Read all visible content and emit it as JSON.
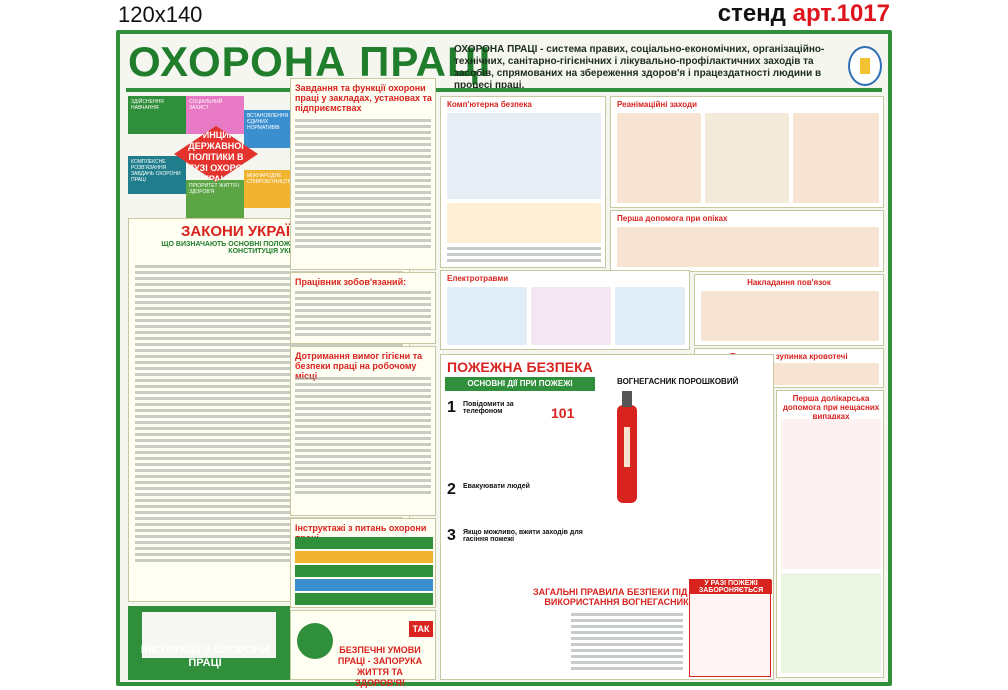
{
  "header": {
    "size": "120x140",
    "art_prefix": "стенд",
    "art_code": "арт.1017"
  },
  "poster": {
    "title": "ОХОРОНА ПРАЦІ",
    "intro": "ОХОРОНА ПРАЦІ - система правих, соціально-економічних, організаційно-технічних, санітарно-гігієнічних і лікувально-профілактичних заходів та засобів, спрямованих на збереження здоров'я і працездатності людини в процесі праці.",
    "principles_center": "ПРИНЦИПИ ДЕРЖАВНОЇ ПОЛІТИКИ В ГАЛУЗІ ОХОРОНИ ПРАЦІ",
    "principles_petals": [
      "СОЦІАЛЬНИЙ ЗАХИСТ",
      "ВСТАНОВЛЕННЯ ЄДИНИХ НОРМАТИВІВ",
      "МІЖНАРОДНЕ СПІВРОБІТНИЦТВО",
      "ПРІОРИТЕТ ЖИТТЯ І ЗДОРОВ'Я",
      "КОМПЛЕКСНЕ РОЗВ'ЯЗАННЯ ЗАВДАНЬ ОХОРОНИ ПРАЦІ",
      "ЗДІЙСНЕННЯ НАВЧАННЯ"
    ],
    "laws_title": "ЗАКОНИ УКРАЇНИ,",
    "laws_subtitle": "ЩО ВИЗНАЧАЮТЬ ОСНОВНІ ПОЛОЖЕННЯ З ОХОРОНИ ПРАЦІ КОНСТИТУЦІЯ УКРАЇНИ",
    "instructions_panel": "ІНСТРУКЦІЇ З ОХОРОНИ ПРАЦІ",
    "tasks_title": "Завдання та функції охорони праці у закладах, установах та підприємствах",
    "duties_title": "Працівник зобов'язаний:",
    "hygiene_title": "Дотримання вимог гігієни та безпеки праці на робочому місці",
    "instructions_title": "Інструктажі з питань охорони праці",
    "safe_conditions": "БЕЗПЕЧНІ УМОВИ ПРАЦІ - ЗАПОРУКА ЖИТТЯ ТА ЗДОРОВ'Я!",
    "tak": "ТАК",
    "computer_title": "Комп'ютерна безпека",
    "reanimation_title": "Реанімаційні заходи",
    "burns_title": "Перша допомога при опіках",
    "electro_title": "Електротравми",
    "bandage_title": "Накладання пов'язок",
    "bleeding_title": "Тимчасова зупинка кровотечі",
    "doctor_title": "Перша долікарська допомога при нещасних випадках",
    "fire_title": "ПОЖЕЖНА БЕЗПЕКА",
    "fire_actions_title": "ОСНОВНІ ДІЇ ПРИ ПОЖЕЖІ",
    "fire_step1": "Повідомити за телефоном",
    "fire_phone": "101",
    "fire_step2": "Евакуювати людей",
    "fire_step3": "Якщо можливо, вжити заходів для гасіння пожежі",
    "extinguisher_title": "ВОГНЕГАСНИК ПОРОШКОВИЙ",
    "fire_rules_title": "ЗАГАЛЬНІ ПРАВИЛА БЕЗПЕКИ ПІД ЧАС ВИКОРИСТАННЯ ВОГНЕГАСНИКІВ",
    "fire_case_title": "У РАЗІ ПОЖЕЖІ ЗАБОРОНЯЄТЬСЯ"
  },
  "colors": {
    "brand_green": "#2f8f3a",
    "alert_red": "#d8231f"
  }
}
